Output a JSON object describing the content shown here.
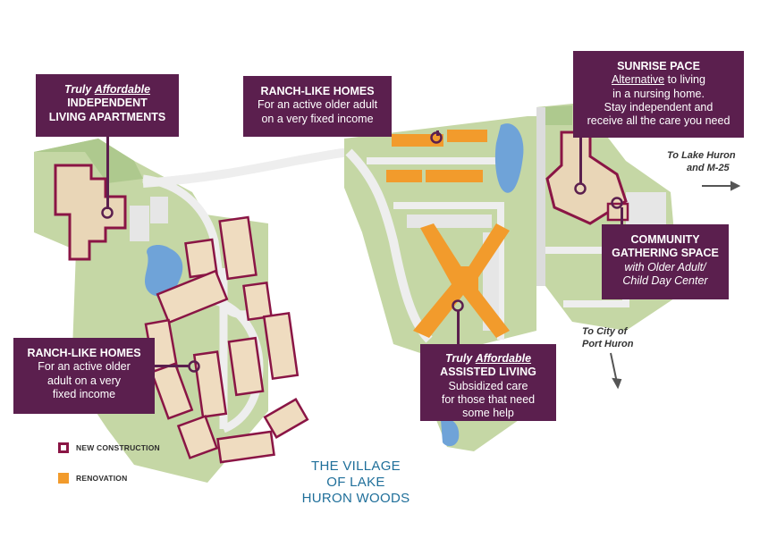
{
  "callouts": {
    "independent": {
      "italic": "Truly",
      "underline": "Affordable",
      "line2": "INDEPENDENT",
      "line3": "LIVING APARTMENTS"
    },
    "ranch_top": {
      "title": "RANCH-LIKE HOMES",
      "line1": "For an active older adult",
      "line2": "on a very fixed income"
    },
    "sunrise": {
      "title": "SUNRISE PACE",
      "underline": "Alternative",
      "line1_rest": " to living",
      "line2": "in a nursing home.",
      "line3": "Stay independent and",
      "line4": "receive all the care you need"
    },
    "community": {
      "title1": "COMMUNITY",
      "title2": "GATHERING SPACE",
      "sub1": "with Older Adult/",
      "sub2": "Child Day Center"
    },
    "ranch_left": {
      "title": "RANCH-LIKE HOMES",
      "line1": "For an active older",
      "line2": "adult on a very",
      "line3": "fixed income"
    },
    "assisted": {
      "italic": "Truly",
      "underline": "Affordable",
      "title": "ASSISTED LIVING",
      "line1": "Subsidized care",
      "line2": "for those that need",
      "line3": "some help"
    }
  },
  "directions": {
    "lake_huron": {
      "line1": "To Lake Huron",
      "line2": "and M-25"
    },
    "port_huron": {
      "line1": "To City of",
      "line2": "Port Huron"
    }
  },
  "legend": {
    "new_construction": "NEW CONSTRUCTION",
    "renovation": "RENOVATION"
  },
  "title": {
    "line1": "THE VILLAGE",
    "line2": "OF LAKE",
    "line3": "HURON WOODS"
  },
  "colors": {
    "callout_bg": "#5b1f4e",
    "new_construction": "#8a1545",
    "renovation": "#f29b2c",
    "land": "#c5d7a5",
    "road": "#e9e9e9",
    "water": "#6fa3d8",
    "title_text": "#1f6f9a"
  }
}
